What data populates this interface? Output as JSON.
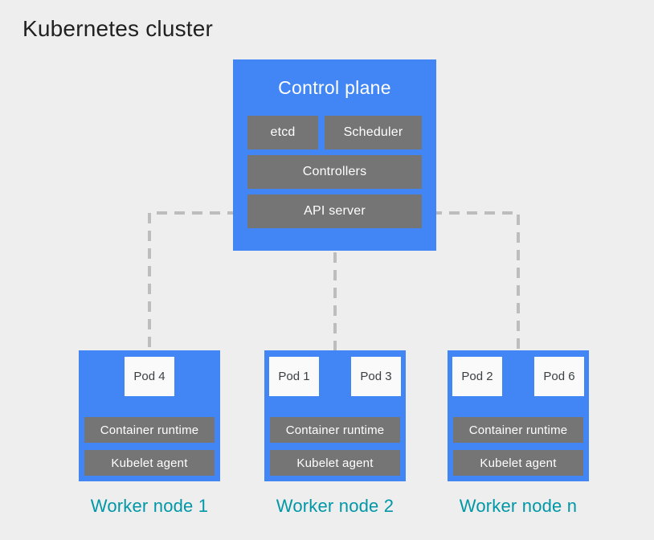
{
  "title": "Kubernetes cluster",
  "colors": {
    "background": "#EEEEEE",
    "node_blue": "#4285F4",
    "component_gray": "#757575",
    "pod_white": "#FAFAFA",
    "label_teal": "#0097A7",
    "connector_gray": "#BDBDBD",
    "title_text": "#212121",
    "pod_text": "#3C4043",
    "white_text": "#FFFFFF"
  },
  "control_plane": {
    "title": "Control plane",
    "components": {
      "etcd": "etcd",
      "scheduler": "Scheduler",
      "controllers": "Controllers",
      "api_server": "API server"
    }
  },
  "worker_nodes": [
    {
      "label": "Worker node 1",
      "pods": [
        "Pod 4"
      ],
      "container_runtime": "Container runtime",
      "kubelet": "Kubelet agent"
    },
    {
      "label": "Worker node 2",
      "pods": [
        "Pod 1",
        "Pod 3"
      ],
      "container_runtime": "Container runtime",
      "kubelet": "Kubelet agent"
    },
    {
      "label": "Worker node n",
      "pods": [
        "Pod 2",
        "Pod 6"
      ],
      "container_runtime": "Container runtime",
      "kubelet": "Kubelet agent"
    }
  ]
}
